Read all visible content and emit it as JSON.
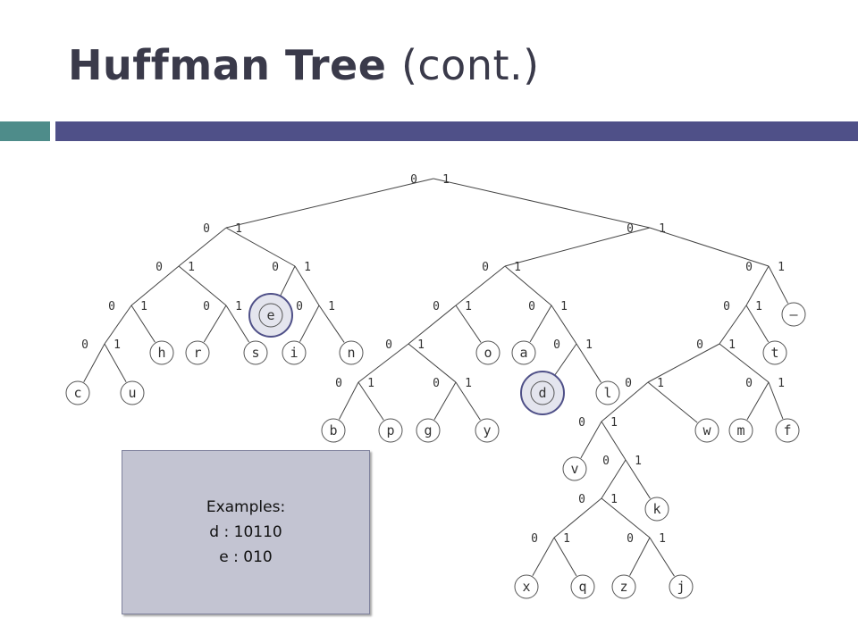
{
  "title": {
    "main": "Huffman Tree",
    "sub": "(cont.)"
  },
  "examples": {
    "heading": "Examples:",
    "lines": [
      "d : 10110",
      "e : 010"
    ]
  },
  "colors": {
    "teal_bar": "#4e8c8a",
    "indigo_bar": "#4f5088",
    "highlight_fill": "#e4e5ee",
    "highlight_stroke": "#4f5088",
    "box_fill": "#c3c4d2"
  },
  "tree": {
    "edge_labels": [
      "0",
      "1"
    ],
    "codes": {
      "c": "00000",
      "u": "00001",
      "h": "0001",
      "r": "0010",
      "s": "0011",
      "i": "0110",
      "n": "0111",
      "e": "010",
      "b": "100000",
      "p": "100001",
      "g": "100010",
      "y": "100011",
      "o": "1001",
      "a": "1010",
      "d": "10110",
      "l": "10111",
      "v": "110000",
      "x": "11000100",
      "q": "11000101",
      "z": "11000110",
      "j": "11000111",
      "k": "1100011",
      "w": "11001",
      "m": "11010",
      "f": "11011",
      "t": "1110",
      "—": "1111"
    },
    "highlighted": [
      "e",
      "d"
    ]
  }
}
